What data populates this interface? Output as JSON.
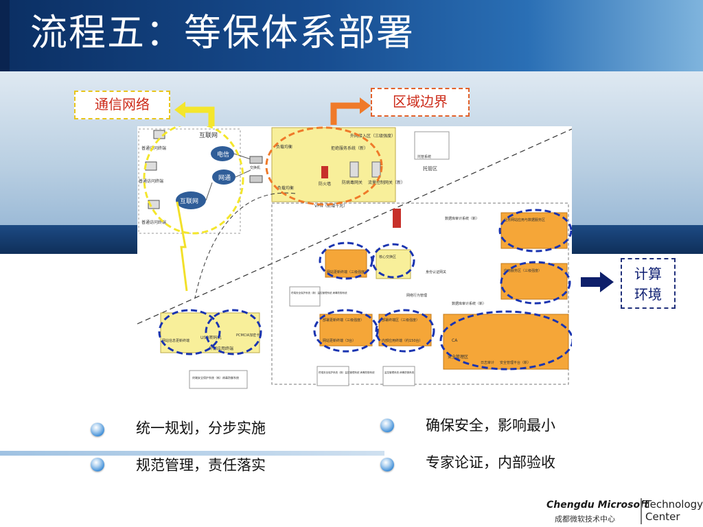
{
  "title": "流程五：等保体系部署",
  "callouts": {
    "network": "通信网络",
    "boundary": "区域边界",
    "compute_line1": "计算",
    "compute_line2": "环境"
  },
  "bullets": [
    "统一规划，分步实施",
    "确保安全，影响最小",
    "规范管理，责任落实",
    "专家论证，内部验收"
  ],
  "diagram": {
    "internet_box": "互联网",
    "cloud_telecom": "电信",
    "cloud_netcom": "网通",
    "cloud_internet": "互联网",
    "terminal_1": "普通访问终端",
    "terminal_2": "普通访问终端",
    "terminal_3": "普通访问终端",
    "switch": "交换机",
    "lb_1": "负载均衡",
    "lb_2": "负载均衡",
    "external_zone": "外网接入区（三级强度）",
    "reject_service": "拒绝服务系统（新）",
    "firewall": "防火墙",
    "antivirus_gw": "防病毒网关",
    "flow_gw": "流量控制网关（新）",
    "hosting_zone": "托管区",
    "hosting_system": "托管系统",
    "vpn": "VPN（新增千兆）",
    "audit_1": "数据库审计系统（新）",
    "audit_2": "数据库审计系统（新）",
    "core_zone": "核心交换区",
    "identity_gw": "身份认证网关",
    "behavior_mgmt": "网络行为管理",
    "update_zone": "网站更新终端（三级强度）",
    "app_zone_1": "业务网站应用与数据服务区",
    "app_zone_2": "应用服务区（三级强度）",
    "terminal_zone_a": "部署更新终端（三级强度）",
    "terminal_zone_b": "部署终端区（三级强度）",
    "update_terminal": "网站更新终端（3台）",
    "internal_office": "内部应用终端（约150台）",
    "security_mgmt": "安全管理区",
    "ca": "CA",
    "log_audit": "日志审计",
    "sec_platform": "安全管理平台（新）",
    "usb": "USB密码机",
    "pcmcia": "PCMCIA加密卡",
    "external_app": "外部应用终端",
    "info_update": "网站信息更新终端",
    "protect_1": "终端安全保护系统（新）病毒防御系统",
    "protect_2": "终端安全保护系统（新）监控管理系统 病毒防御系统",
    "protect_3": "终端安全保护系统（新）监控管理系统 病毒防御系统",
    "protect_4": "监控管理系统 病毒防御系统"
  },
  "logo": {
    "brand": "Chengdu Microsoft",
    "brand_cn": "成都微软技术中心",
    "right_line1": "Technology",
    "right_line2": "Center"
  }
}
